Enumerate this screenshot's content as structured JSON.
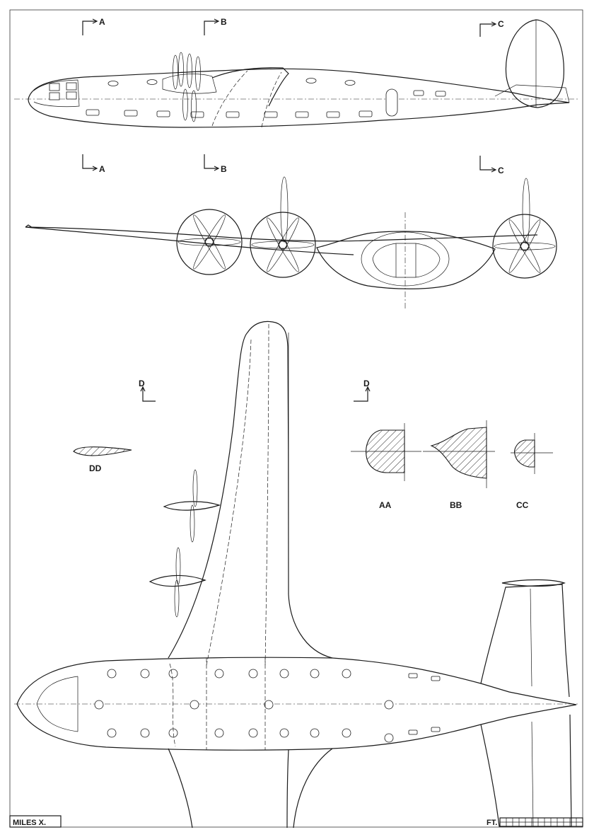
{
  "sheet": {
    "title_box": "MILES X.",
    "scale_label": "FT."
  },
  "section_marks": {
    "top": [
      "A",
      "B",
      "C"
    ],
    "bottom": [
      "A",
      "B",
      "C"
    ],
    "plan": [
      "D",
      "D"
    ]
  },
  "sections": {
    "dd": "DD",
    "aa": "AA",
    "bb": "BB",
    "cc": "CC"
  },
  "colors": {
    "ink": "#1a1a1a",
    "paper": "#ffffff"
  }
}
